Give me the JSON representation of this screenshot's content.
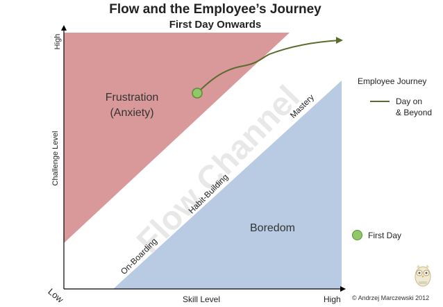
{
  "title": "Flow and the Employee’s Journey",
  "subtitle": "First Day Onwards",
  "axes": {
    "y_label": "Challenge Level",
    "y_high": "High",
    "x_label": "Skill Level",
    "x_low": "Low",
    "x_high": "High"
  },
  "regions": {
    "frustration_line1": "Frustration",
    "frustration_line2": "(Anxiety)",
    "boredom": "Boredom",
    "flow_channel": "Flow Channel"
  },
  "stages": {
    "onboarding": "On-Boarding",
    "habit_building": "Habit-Building",
    "mastery": "Mastery"
  },
  "legend": {
    "title": "Employee Journey",
    "line_entry_line1": "Day on",
    "line_entry_line2": "& Beyond",
    "dot_entry": "First Day"
  },
  "copyright": "© Andrzej Marczewski 2012",
  "colors": {
    "frustration_fill": "#d9999a",
    "boredom_fill": "#b8cbe3",
    "journey_line": "#5a6b2e",
    "first_day_dot": "#8fc866"
  },
  "icons": [
    "owl-logo-icon"
  ]
}
